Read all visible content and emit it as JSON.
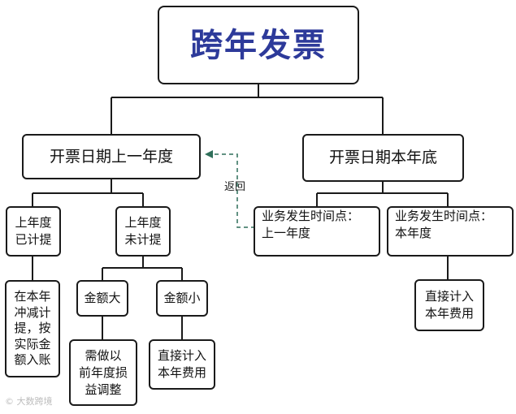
{
  "title": "跨年发票",
  "branches": {
    "left": {
      "label": "开票日期上一年度",
      "accrued": {
        "label_line1": "上年度",
        "label_line2": "已计提",
        "action_lines": [
          "在本年",
          "冲减计",
          "提，按",
          "实际金",
          "额入账"
        ]
      },
      "not_accrued": {
        "label_line1": "上年度",
        "label_line2": "未计提",
        "large": {
          "label": "金额大",
          "action_lines": [
            "需做以",
            "前年度损",
            "益调整"
          ]
        },
        "small": {
          "label": "金额小",
          "action_lines": [
            "直接计入",
            "本年费用"
          ]
        }
      }
    },
    "right": {
      "label": "开票日期本年底",
      "previous_year": {
        "label_line1": "业务发生时间点：",
        "label_line2": "上一年度"
      },
      "current_year": {
        "label_line1": "业务发生时间点：",
        "label_line2": "本年度",
        "action_lines": [
          "直接计入",
          "本年费用"
        ]
      }
    }
  },
  "return_label": "返回",
  "watermark": "© 大数跨境"
}
